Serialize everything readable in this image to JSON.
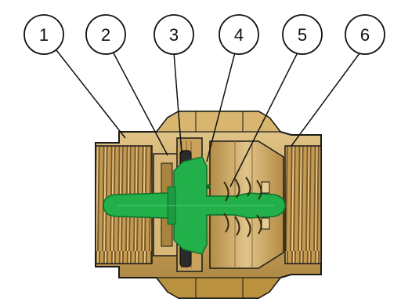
{
  "diagram": {
    "callouts": [
      {
        "label": "1"
      },
      {
        "label": "2"
      },
      {
        "label": "3"
      },
      {
        "label": "4"
      },
      {
        "label": "5"
      },
      {
        "label": "6"
      }
    ],
    "colors": {
      "brass": "#c9a35e",
      "brass_dark": "#8a6a32",
      "brass_light": "#e6cc92",
      "thread_dark": "#6b4f22",
      "poppet": "#22b04a",
      "poppet_dark": "#0f6e2a",
      "seal": "#2b2b2b",
      "outline": "#1a1a1a"
    }
  }
}
